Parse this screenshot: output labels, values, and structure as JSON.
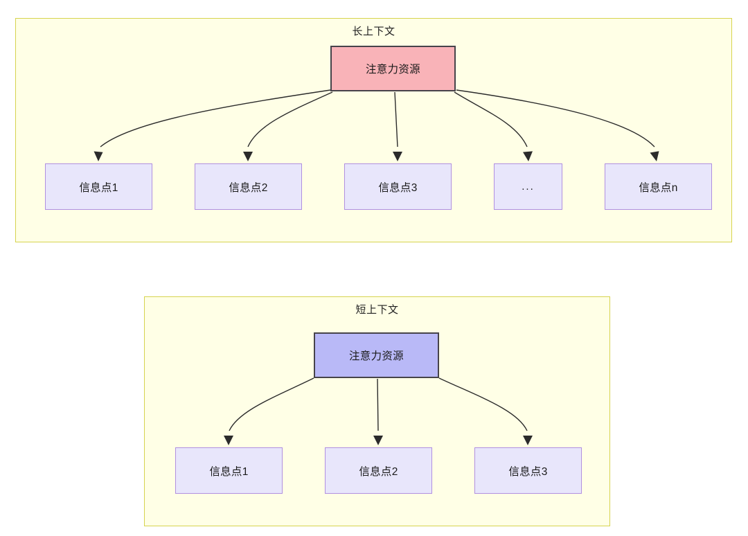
{
  "diagram": {
    "type": "flowchart",
    "panels": [
      {
        "id": "long-context",
        "title": "长上下文",
        "root": {
          "label": "注意力资源",
          "fill": "#f9b3b8",
          "stroke": "#46434a"
        },
        "children": [
          {
            "label": "信息点1"
          },
          {
            "label": "信息点2"
          },
          {
            "label": "信息点3"
          },
          {
            "label": "..."
          },
          {
            "label": "信息点n"
          }
        ],
        "child_fill": "#e8e6fb",
        "child_stroke": "#b08fe0",
        "panel_fill": "#ffffe6",
        "panel_stroke": "#d6d34e"
      },
      {
        "id": "short-context",
        "title": "短上下文",
        "root": {
          "label": "注意力资源",
          "fill": "#b9b9f7",
          "stroke": "#46434a"
        },
        "children": [
          {
            "label": "信息点1"
          },
          {
            "label": "信息点2"
          },
          {
            "label": "信息点3"
          }
        ],
        "child_fill": "#e8e6fb",
        "child_stroke": "#b08fe0",
        "panel_fill": "#ffffe6",
        "panel_stroke": "#d6d34e"
      }
    ],
    "edge_color": "#2b2b2b",
    "background": "#ffffff"
  }
}
